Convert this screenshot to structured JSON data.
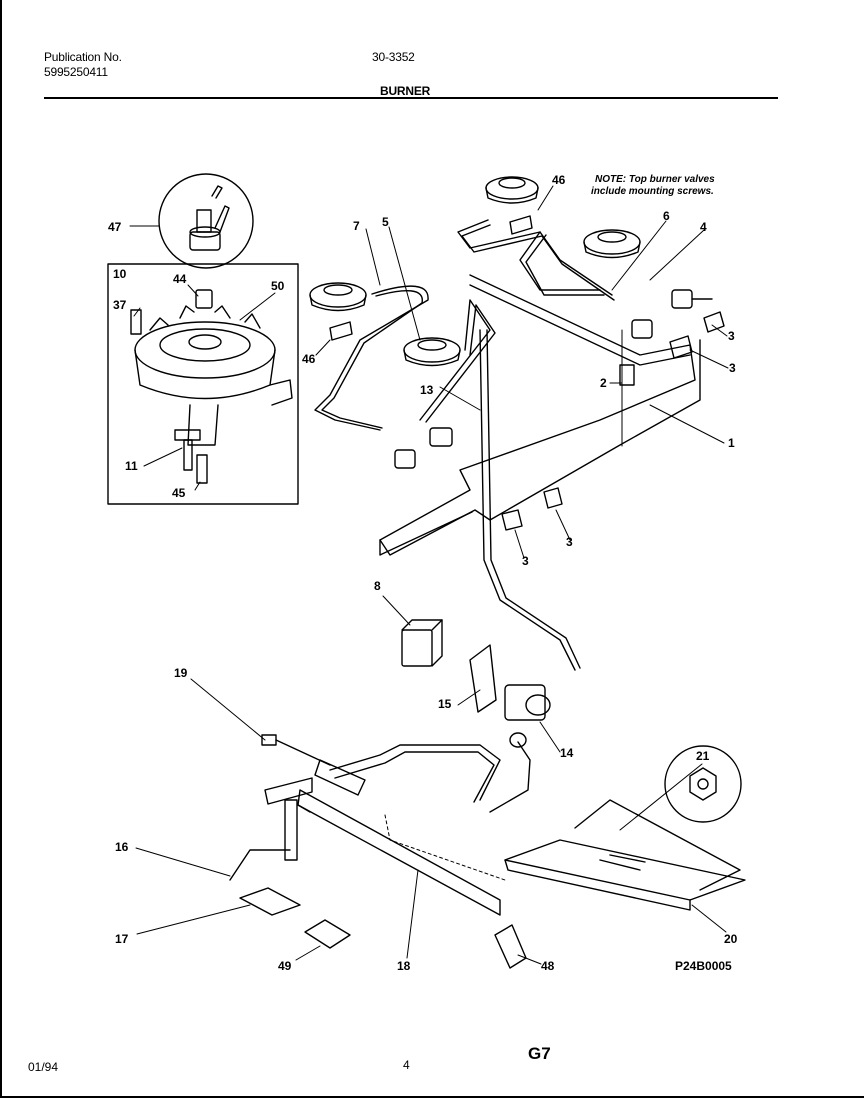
{
  "header": {
    "publication_label": "Publication No.",
    "publication_number": "5995250411",
    "model_number": "30-3352",
    "section_title": "BURNER"
  },
  "note": {
    "line1": "NOTE: Top burner valves",
    "line2": "include mounting screws."
  },
  "figure_id": "P24B0005",
  "footer": {
    "date": "01/94",
    "page": "4",
    "code": "G7"
  },
  "callouts": {
    "c47": "47",
    "c10": "10",
    "c44": "44",
    "c50": "50",
    "c37": "37",
    "c11": "11",
    "c45": "45",
    "c7": "7",
    "c5": "5",
    "c46a": "46",
    "c46b": "46",
    "c6": "6",
    "c4": "4",
    "c3a": "3",
    "c3b": "3",
    "c3c": "3",
    "c3d": "3",
    "c2": "2",
    "c1": "1",
    "c13": "13",
    "c8": "8",
    "c19": "19",
    "c15": "15",
    "c14": "14",
    "c21": "21",
    "c16": "16",
    "c17": "17",
    "c49": "49",
    "c18": "18",
    "c48": "48",
    "c20": "20"
  }
}
